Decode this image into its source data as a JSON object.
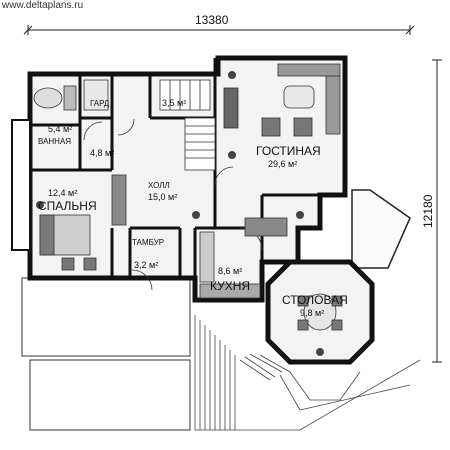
{
  "site": "www.deltaplans.ru",
  "dimensions": {
    "width": "13380",
    "height": "12180"
  },
  "rooms": {
    "bath": {
      "name": "ВАННАЯ",
      "area": "5,4 м²"
    },
    "closet": {
      "name": "ГАРД"
    },
    "stair": {
      "area": "3,5 м²"
    },
    "hallSm": {
      "area": "4,8 м²"
    },
    "living": {
      "name": "ГОСТИНАЯ",
      "area": "29,6 м²"
    },
    "bedroom": {
      "name": "СПАЛЬНЯ",
      "area": "12,4 м²"
    },
    "hall": {
      "name": "ХОЛЛ",
      "area": "15,0 м²"
    },
    "vestibule": {
      "name": "ТАМБУР",
      "area": "3,2 м²"
    },
    "kitchen": {
      "name": "КУХНЯ",
      "area": "8,6 м²"
    },
    "dining": {
      "name": "СТОЛОВАЯ",
      "area": "9,8 м²"
    }
  },
  "colors": {
    "wall": "#111111",
    "floor": "#f2f2f2",
    "furniture": "#8a8a8a",
    "plant": "#444444"
  }
}
